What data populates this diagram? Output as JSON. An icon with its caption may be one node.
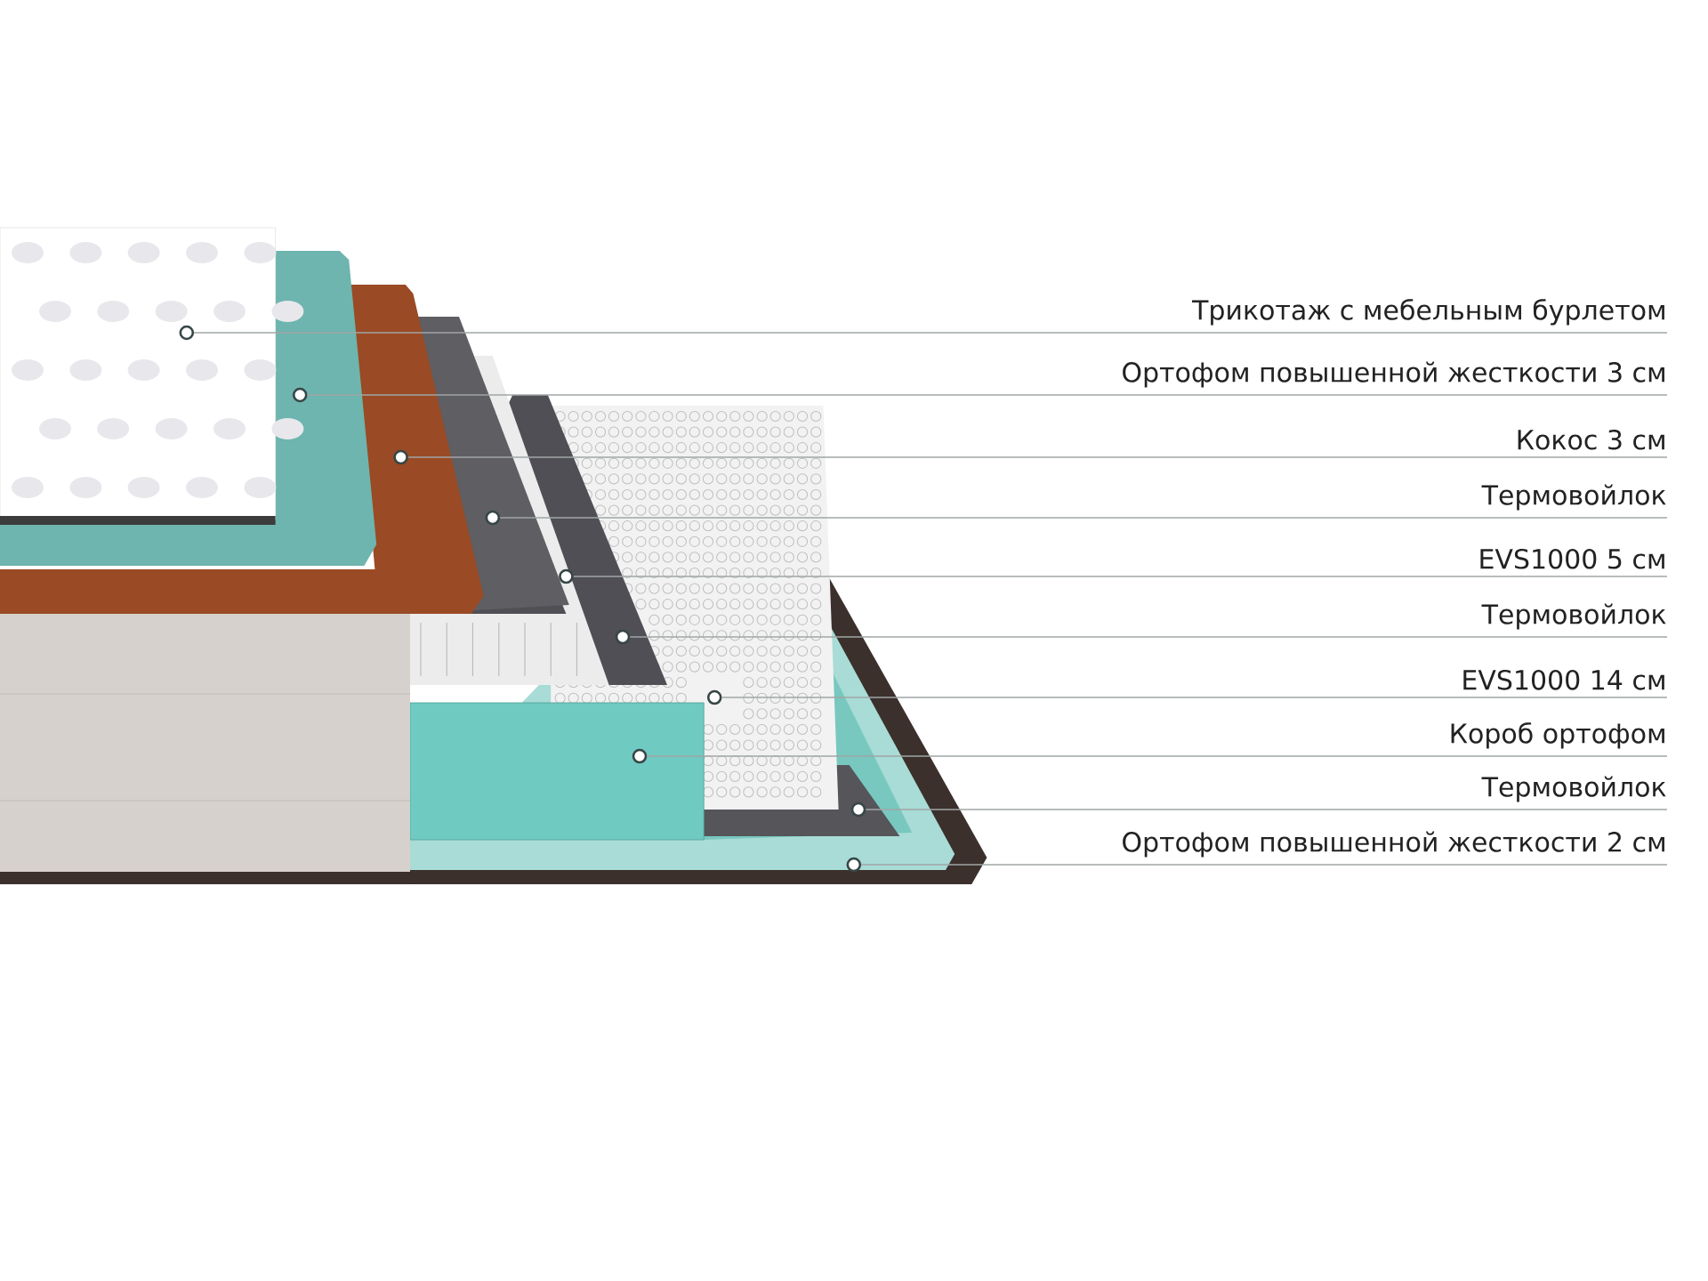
{
  "diagram": {
    "nodes": [
      {
        "text": [
          "Трикотаж с мебельным бурлетом"
        ]
      },
      {
        "text": [],
        "shape": "circle"
      },
      {
        "text": [
          "Ортофом повышенной жесткости 3 см"
        ]
      },
      {
        "text": [],
        "shape": "circle"
      },
      {
        "text": [
          "Кокос 3 см"
        ]
      },
      {
        "text": [],
        "shape": "circle"
      },
      {
        "text": [
          "Термовойлок"
        ]
      },
      {
        "text": [],
        "shape": "circle"
      },
      {
        "text": [
          "EVS1000 5 см"
        ]
      },
      {
        "text": [],
        "shape": "circle"
      },
      {
        "text": [
          "Термовойлок"
        ]
      },
      {
        "text": [],
        "shape": "circle"
      },
      {
        "text": [
          "EVS1000 14 см"
        ]
      },
      {
        "text": [],
        "shape": "circle"
      },
      {
        "text": [
          "Короб ортофом"
        ]
      },
      {
        "text": [],
        "shape": "circle"
      },
      {
        "text": [
          "Термовойлок"
        ]
      },
      {
        "text": [],
        "shape": "circle"
      },
      {
        "text": [
          "Ортофом повышенной жесткости 2 см"
        ]
      },
      {
        "text": [],
        "shape": "circle"
      }
    ],
    "edges": [
      {
        "from": 0,
        "to": 1,
        "arrow": "none"
      },
      {
        "from": 2,
        "to": 3,
        "arrow": "none"
      },
      {
        "from": 4,
        "to": 5,
        "arrow": "none"
      },
      {
        "from": 6,
        "to": 7,
        "arrow": "none"
      },
      {
        "from": 8,
        "to": 9,
        "arrow": "none"
      },
      {
        "from": 10,
        "to": 11,
        "arrow": "none"
      },
      {
        "from": 12,
        "to": 13,
        "arrow": "none"
      },
      {
        "from": 14,
        "to": 15,
        "arrow": "none"
      },
      {
        "from": 16,
        "to": 17,
        "arrow": "none"
      },
      {
        "from": 18,
        "to": 19,
        "arrow": "none"
      }
    ]
  }
}
